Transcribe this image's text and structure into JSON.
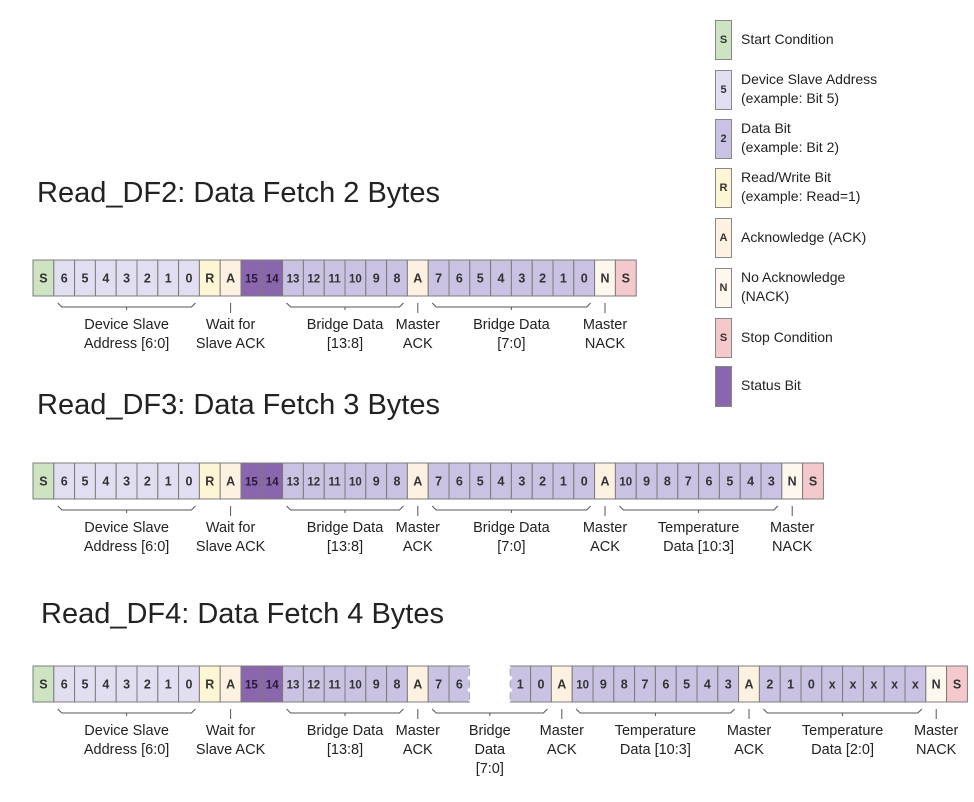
{
  "colors": {
    "start": "#cde3c1",
    "address": "#e2def1",
    "data": "#c9c2e2",
    "rw": "#fcf6d4",
    "ack": "#fdf1e1",
    "nack": "#fdf7ee",
    "stop": "#f3c9cc",
    "status": "#8a66ad"
  },
  "legend": [
    {
      "type": "start",
      "glyph": "S",
      "lines": [
        "Start Condition"
      ]
    },
    {
      "type": "address",
      "glyph": "5",
      "lines": [
        "Device Slave Address",
        "(example: Bit 5)"
      ]
    },
    {
      "type": "data",
      "glyph": "2",
      "lines": [
        "Data Bit",
        "(example: Bit 2)"
      ]
    },
    {
      "type": "rw",
      "glyph": "R",
      "lines": [
        "Read/Write Bit",
        "(example: Read=1)"
      ]
    },
    {
      "type": "ack",
      "glyph": "A",
      "lines": [
        "Acknowledge (ACK)"
      ]
    },
    {
      "type": "nack",
      "glyph": "N",
      "lines": [
        "No Acknowledge",
        "(NACK)"
      ]
    },
    {
      "type": "stop",
      "glyph": "S",
      "lines": [
        "Stop Condition"
      ]
    },
    {
      "type": "status",
      "glyph": "",
      "lines": [
        "Status Bit"
      ]
    }
  ],
  "sequences": [
    {
      "title": "Read_DF2: Data Fetch 2 Bytes",
      "cells": [
        [
          "S",
          "start"
        ],
        [
          "6",
          "address"
        ],
        [
          "5",
          "address"
        ],
        [
          "4",
          "address"
        ],
        [
          "3",
          "address"
        ],
        [
          "2",
          "address"
        ],
        [
          "1",
          "address"
        ],
        [
          "0",
          "address"
        ],
        [
          "R",
          "rw"
        ],
        [
          "A",
          "ack"
        ],
        [
          "15",
          "status"
        ],
        [
          "14",
          "status"
        ],
        [
          "13",
          "data"
        ],
        [
          "12",
          "data"
        ],
        [
          "11",
          "data"
        ],
        [
          "10",
          "data"
        ],
        [
          "9",
          "data"
        ],
        [
          "8",
          "data"
        ],
        [
          "A",
          "ack"
        ],
        [
          "7",
          "data"
        ],
        [
          "6",
          "data"
        ],
        [
          "5",
          "data"
        ],
        [
          "4",
          "data"
        ],
        [
          "3",
          "data"
        ],
        [
          "2",
          "data"
        ],
        [
          "1",
          "data"
        ],
        [
          "0",
          "data"
        ],
        [
          "N",
          "nack"
        ],
        [
          "S",
          "stop"
        ]
      ],
      "groups": [
        {
          "from": 1,
          "to": 7,
          "lines": [
            "Device Slave",
            "Address [6:0]"
          ]
        },
        {
          "from": 9,
          "to": 9,
          "lines": [
            "Wait for",
            "Slave ACK"
          ]
        },
        {
          "from": 12,
          "to": 17,
          "lines": [
            "Bridge Data",
            "[13:8]"
          ]
        },
        {
          "from": 18,
          "to": 18,
          "lines": [
            "Master",
            "ACK"
          ]
        },
        {
          "from": 19,
          "to": 26,
          "lines": [
            "Bridge Data",
            "[7:0]"
          ]
        },
        {
          "from": 27,
          "to": 27,
          "lines": [
            "Master",
            "NACK"
          ]
        }
      ]
    },
    {
      "title": "Read_DF3: Data Fetch 3 Bytes",
      "cells": [
        [
          "S",
          "start"
        ],
        [
          "6",
          "address"
        ],
        [
          "5",
          "address"
        ],
        [
          "4",
          "address"
        ],
        [
          "3",
          "address"
        ],
        [
          "2",
          "address"
        ],
        [
          "1",
          "address"
        ],
        [
          "0",
          "address"
        ],
        [
          "R",
          "rw"
        ],
        [
          "A",
          "ack"
        ],
        [
          "15",
          "status"
        ],
        [
          "14",
          "status"
        ],
        [
          "13",
          "data"
        ],
        [
          "12",
          "data"
        ],
        [
          "11",
          "data"
        ],
        [
          "10",
          "data"
        ],
        [
          "9",
          "data"
        ],
        [
          "8",
          "data"
        ],
        [
          "A",
          "ack"
        ],
        [
          "7",
          "data"
        ],
        [
          "6",
          "data"
        ],
        [
          "5",
          "data"
        ],
        [
          "4",
          "data"
        ],
        [
          "3",
          "data"
        ],
        [
          "2",
          "data"
        ],
        [
          "1",
          "data"
        ],
        [
          "0",
          "data"
        ],
        [
          "A",
          "ack"
        ],
        [
          "10",
          "data"
        ],
        [
          "9",
          "data"
        ],
        [
          "8",
          "data"
        ],
        [
          "7",
          "data"
        ],
        [
          "6",
          "data"
        ],
        [
          "5",
          "data"
        ],
        [
          "4",
          "data"
        ],
        [
          "3",
          "data"
        ],
        [
          "N",
          "nack"
        ],
        [
          "S",
          "stop"
        ]
      ],
      "groups": [
        {
          "from": 1,
          "to": 7,
          "lines": [
            "Device Slave",
            "Address [6:0]"
          ]
        },
        {
          "from": 9,
          "to": 9,
          "lines": [
            "Wait for",
            "Slave ACK"
          ]
        },
        {
          "from": 12,
          "to": 17,
          "lines": [
            "Bridge Data",
            "[13:8]"
          ]
        },
        {
          "from": 18,
          "to": 18,
          "lines": [
            "Master",
            "ACK"
          ]
        },
        {
          "from": 19,
          "to": 26,
          "lines": [
            "Bridge Data",
            "[7:0]"
          ]
        },
        {
          "from": 27,
          "to": 27,
          "lines": [
            "Master",
            "ACK"
          ]
        },
        {
          "from": 28,
          "to": 35,
          "lines": [
            "Temperature",
            "Data [10:3]"
          ]
        },
        {
          "from": 36,
          "to": 36,
          "lines": [
            "Master",
            "NACK"
          ]
        }
      ]
    },
    {
      "title": "Read_DF4: Data Fetch 4 Bytes",
      "break_after": 20,
      "cells": [
        [
          "S",
          "start"
        ],
        [
          "6",
          "address"
        ],
        [
          "5",
          "address"
        ],
        [
          "4",
          "address"
        ],
        [
          "3",
          "address"
        ],
        [
          "2",
          "address"
        ],
        [
          "1",
          "address"
        ],
        [
          "0",
          "address"
        ],
        [
          "R",
          "rw"
        ],
        [
          "A",
          "ack"
        ],
        [
          "15",
          "status"
        ],
        [
          "14",
          "status"
        ],
        [
          "13",
          "data"
        ],
        [
          "12",
          "data"
        ],
        [
          "11",
          "data"
        ],
        [
          "10",
          "data"
        ],
        [
          "9",
          "data"
        ],
        [
          "8",
          "data"
        ],
        [
          "A",
          "ack"
        ],
        [
          "7",
          "data"
        ],
        [
          "6",
          "data"
        ],
        [
          "1",
          "data"
        ],
        [
          "0",
          "data"
        ],
        [
          "A",
          "ack"
        ],
        [
          "10",
          "data"
        ],
        [
          "9",
          "data"
        ],
        [
          "8",
          "data"
        ],
        [
          "7",
          "data"
        ],
        [
          "6",
          "data"
        ],
        [
          "5",
          "data"
        ],
        [
          "4",
          "data"
        ],
        [
          "3",
          "data"
        ],
        [
          "A",
          "ack"
        ],
        [
          "2",
          "data"
        ],
        [
          "1",
          "data"
        ],
        [
          "0",
          "data"
        ],
        [
          "x",
          "data"
        ],
        [
          "x",
          "data"
        ],
        [
          "x",
          "data"
        ],
        [
          "x",
          "data"
        ],
        [
          "x",
          "data"
        ],
        [
          "N",
          "nack"
        ],
        [
          "S",
          "stop"
        ]
      ],
      "groups": [
        {
          "from": 1,
          "to": 7,
          "lines": [
            "Device Slave",
            "Address [6:0]"
          ]
        },
        {
          "from": 9,
          "to": 9,
          "lines": [
            "Wait for",
            "Slave ACK"
          ]
        },
        {
          "from": 12,
          "to": 17,
          "lines": [
            "Bridge Data",
            "[13:8]"
          ]
        },
        {
          "from": 18,
          "to": 18,
          "lines": [
            "Master",
            "ACK"
          ]
        },
        {
          "from": 19,
          "to": 22,
          "lines": [
            "Bridge",
            "Data",
            "[7:0]"
          ]
        },
        {
          "from": 23,
          "to": 23,
          "lines": [
            "Master",
            "ACK"
          ]
        },
        {
          "from": 24,
          "to": 31,
          "lines": [
            "Temperature",
            "Data [10:3]"
          ]
        },
        {
          "from": 32,
          "to": 32,
          "lines": [
            "Master",
            "ACK"
          ]
        },
        {
          "from": 33,
          "to": 40,
          "lines": [
            "Temperature",
            "Data [2:0]"
          ]
        },
        {
          "from": 41,
          "to": 41,
          "lines": [
            "Master",
            "NACK"
          ]
        }
      ]
    }
  ]
}
